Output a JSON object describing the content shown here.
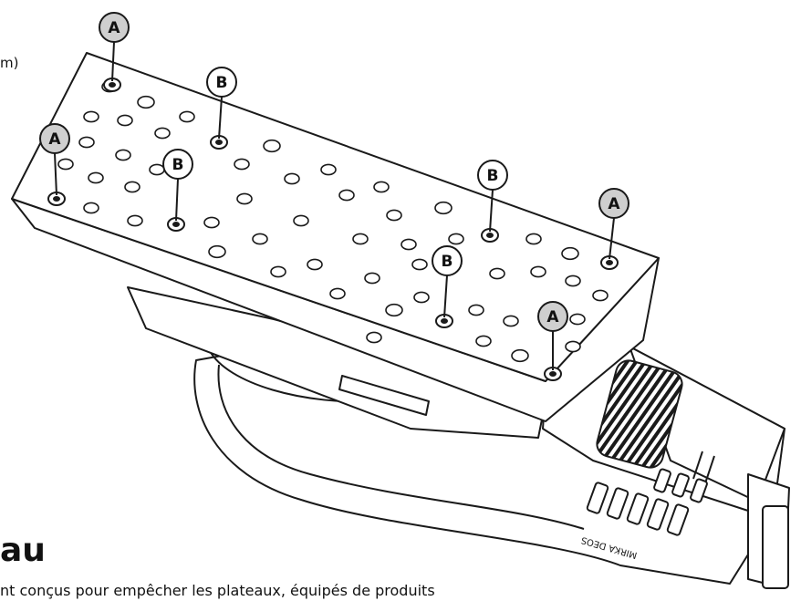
{
  "fragments": {
    "top_text": "m)",
    "heading": "au",
    "body_text": "nt conçus pour empêcher les plateaux, équipés de produits"
  },
  "labels": {
    "a": "A",
    "b": "B"
  },
  "device": {
    "brand_text": "MIRKA DEOS"
  },
  "colors": {
    "outline": "#1a1a1a",
    "label_a_fill": "#cfcfcf",
    "label_b_fill": "#ffffff",
    "hole": "#ffffff"
  }
}
